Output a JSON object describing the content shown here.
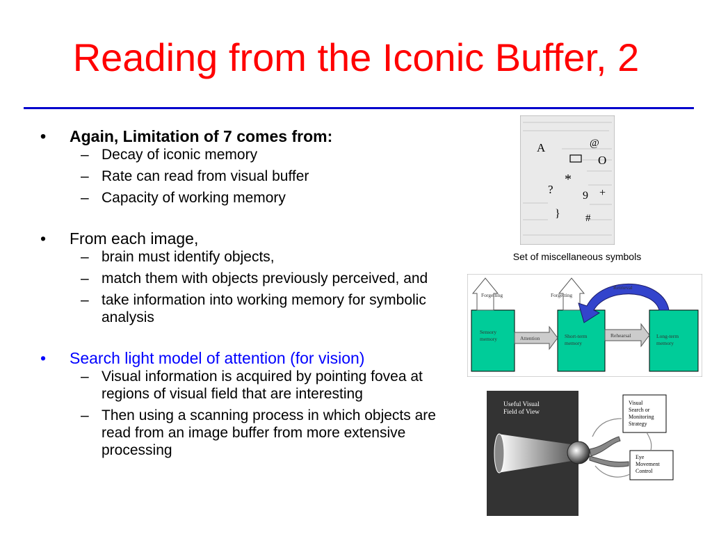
{
  "title": "Reading from the Iconic Buffer, 2",
  "bullets": [
    {
      "text": "Again, Limitation of 7 comes from:",
      "sub": [
        "Decay of iconic memory",
        "Rate can read from visual buffer",
        "Capacity of working memory"
      ]
    },
    {
      "text": "From each image,",
      "sub": [
        "brain must identify objects,",
        "match them with objects previously perceived, and",
        "take information into working memory for symbolic analysis"
      ]
    },
    {
      "text": "Search light model of attention (for vision)",
      "sub": [
        "Visual information is acquired by pointing fovea at regions of visual field that are interesting",
        "Then using a scanning process in which objects are read from an image buffer from more extensive processing"
      ]
    }
  ],
  "figure_symbols": {
    "caption": "Set of miscellaneous symbols",
    "symbols": [
      "A",
      "@",
      "O",
      "*",
      "?",
      "+",
      "9",
      "}",
      "#"
    ]
  },
  "figure_memory": {
    "forgetting_1": "Forgetting",
    "forgetting_2": "Forgetting",
    "retrieval": "Retrieval",
    "sensory": [
      "Sensory",
      "memory"
    ],
    "attention": "Attention",
    "short_term": [
      "Short-term",
      "memory"
    ],
    "rehearsal": "Rehearsal",
    "long_term": [
      "Long-term",
      "memory"
    ]
  },
  "figure_search": {
    "field_label": [
      "Useful Visual",
      "Field of View"
    ],
    "strategy": [
      "Visual",
      "Search or",
      "Monitoring",
      "Strategy"
    ],
    "eye_control": [
      "Eye",
      "Movement",
      "Control"
    ]
  },
  "colors": {
    "title": "#ff0000",
    "rule": "#0000cc",
    "highlight": "#0000ff",
    "memory_box": "#00cc99",
    "retrieval_arrow": "#3344cc"
  }
}
